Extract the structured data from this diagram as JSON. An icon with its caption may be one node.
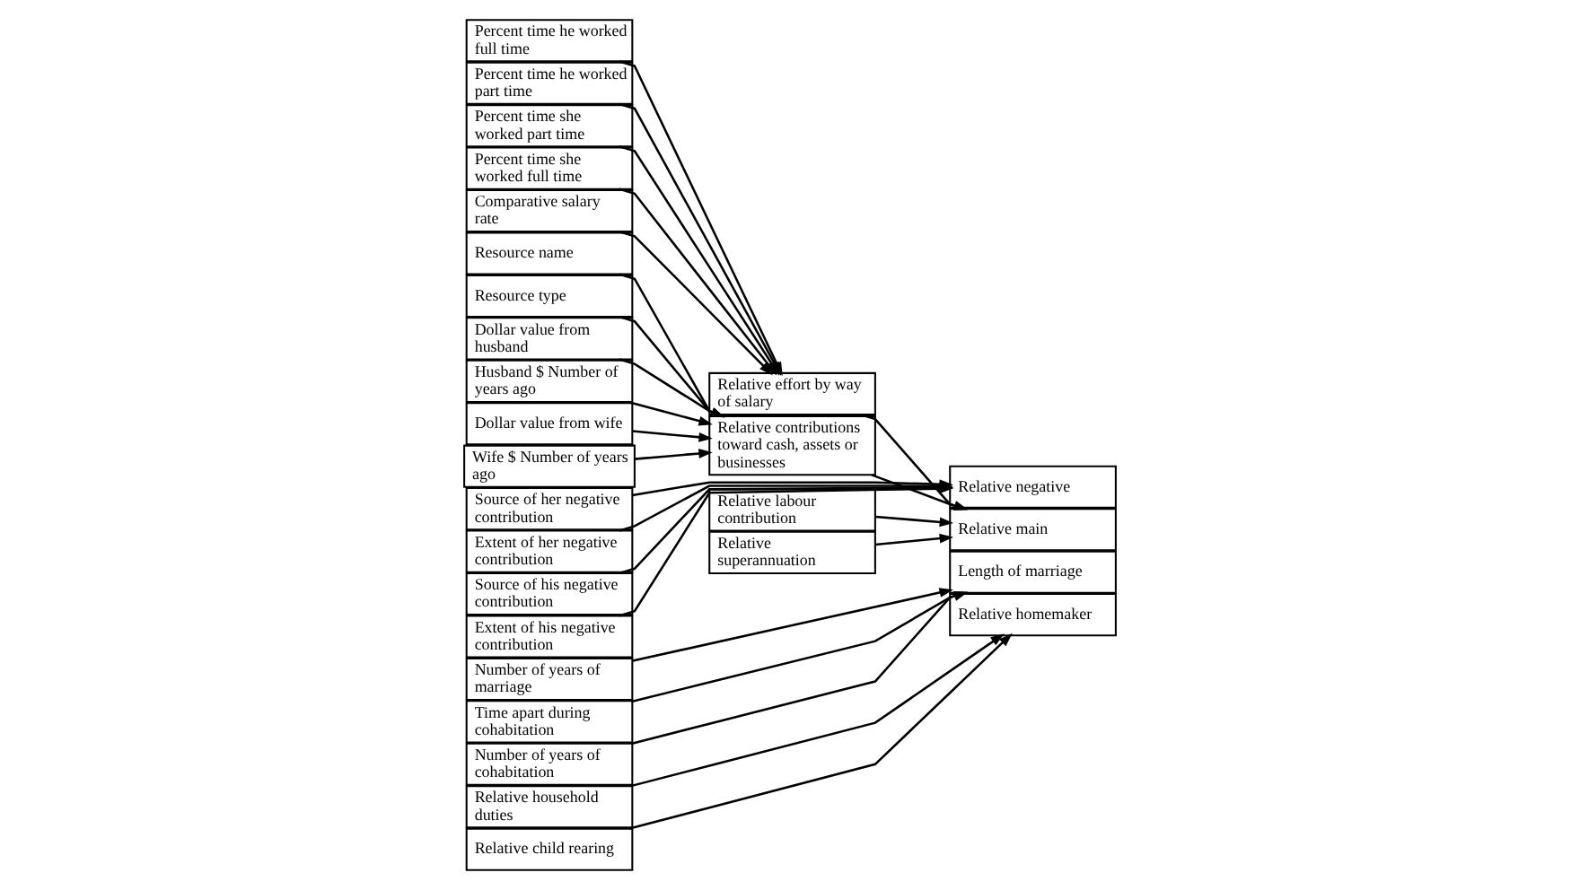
{
  "diagram": {
    "nodes": [
      {
        "text": [
          "Percent time he worked full time"
        ]
      },
      {
        "text": [
          "Percent time he worked part time"
        ]
      },
      {
        "text": [
          "Percent time she worked part time"
        ]
      },
      {
        "text": [
          "Percent time she worked full time"
        ]
      },
      {
        "text": [
          "Comparative salary rate"
        ]
      },
      {
        "text": [
          "Resource name"
        ]
      },
      {
        "text": [
          "Resource type"
        ]
      },
      {
        "text": [
          "Dollar value from husband"
        ]
      },
      {
        "text": [
          "Husband $ Number of years ago"
        ]
      },
      {
        "text": [
          "Dollar value from wife"
        ]
      },
      {
        "text": [
          "Wife $ Number of years ago"
        ]
      },
      {
        "text": [
          "Relative effort by way of salary"
        ]
      },
      {
        "text": [
          "Relative contributions toward cash, assets or businesses"
        ]
      },
      {
        "text": [
          "Relative labour contribution"
        ]
      },
      {
        "text": [
          "Relative superannuation"
        ]
      },
      {
        "text": [
          "Source of her negative contribution"
        ]
      },
      {
        "text": [
          "Extent of her negative contribution"
        ]
      },
      {
        "text": [
          "Source of his negative contribution"
        ]
      },
      {
        "text": [
          "Extent of his negative contribution"
        ]
      },
      {
        "text": [
          "Number of years of marriage"
        ]
      },
      {
        "text": [
          "Time apart during cohabitation"
        ]
      },
      {
        "text": [
          "Number of years of cohabitation"
        ]
      },
      {
        "text": [
          "Relative household duties"
        ]
      },
      {
        "text": [
          "Relative child rearing"
        ]
      },
      {
        "text": [
          "Relative negative"
        ]
      },
      {
        "text": [
          "Relative main"
        ]
      },
      {
        "text": [
          "Length of marriage"
        ]
      },
      {
        "text": [
          "Relative homemaker"
        ]
      }
    ],
    "edges": [
      {
        "from": 0,
        "to": 11,
        "arrow": "to"
      },
      {
        "from": 1,
        "to": 11,
        "arrow": "to"
      },
      {
        "from": 2,
        "to": 11,
        "arrow": "to"
      },
      {
        "from": 3,
        "to": 11,
        "arrow": "to"
      },
      {
        "from": 4,
        "to": 11,
        "arrow": "to"
      },
      {
        "from": 5,
        "to": 12,
        "arrow": "to"
      },
      {
        "from": 6,
        "to": 12,
        "arrow": "to"
      },
      {
        "from": 7,
        "to": 12,
        "arrow": "to"
      },
      {
        "from": 8,
        "to": 12,
        "arrow": "to"
      },
      {
        "from": 9,
        "to": 12,
        "arrow": "to"
      },
      {
        "from": 10,
        "to": 12,
        "arrow": "to"
      },
      {
        "from": 15,
        "to": 24,
        "arrow": "to"
      },
      {
        "from": 16,
        "to": 24,
        "arrow": "to"
      },
      {
        "from": 17,
        "to": 24,
        "arrow": "to"
      },
      {
        "from": 18,
        "to": 24,
        "arrow": "to"
      },
      {
        "from": 11,
        "to": 25,
        "arrow": "to"
      },
      {
        "from": 12,
        "to": 25,
        "arrow": "to"
      },
      {
        "from": 13,
        "to": 25,
        "arrow": "to"
      },
      {
        "from": 14,
        "to": 25,
        "arrow": "to"
      },
      {
        "from": 19,
        "to": 26,
        "arrow": "to"
      },
      {
        "from": 20,
        "to": 26,
        "arrow": "to"
      },
      {
        "from": 21,
        "to": 26,
        "arrow": "to"
      },
      {
        "from": 22,
        "to": 27,
        "arrow": "to"
      },
      {
        "from": 23,
        "to": 27,
        "arrow": "to"
      }
    ]
  }
}
